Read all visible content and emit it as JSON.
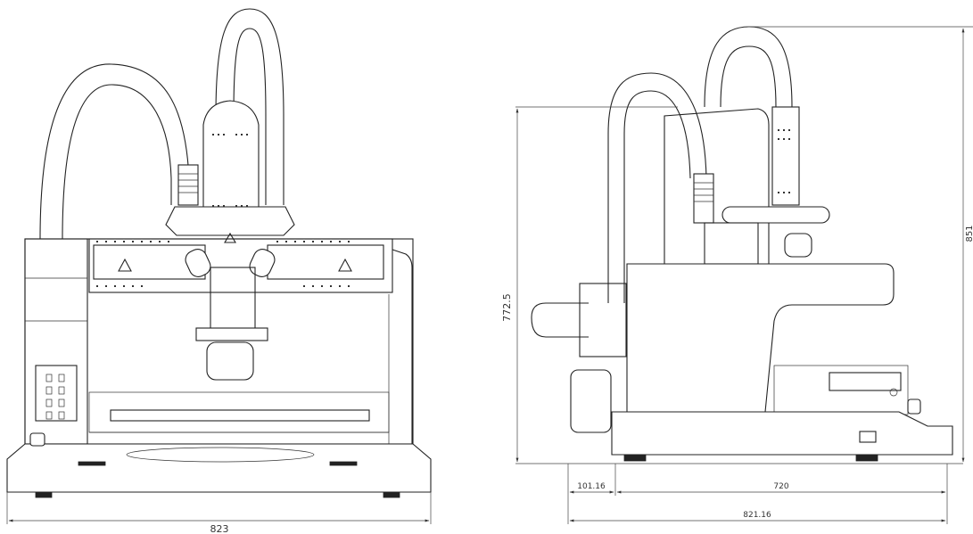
{
  "front_view": {
    "width_label": "823"
  },
  "side_view": {
    "height_label": "772.5",
    "overall_height_label": "851",
    "overhang_label": "101.16",
    "depth_label": "720",
    "overall_depth_label": "821.16"
  }
}
